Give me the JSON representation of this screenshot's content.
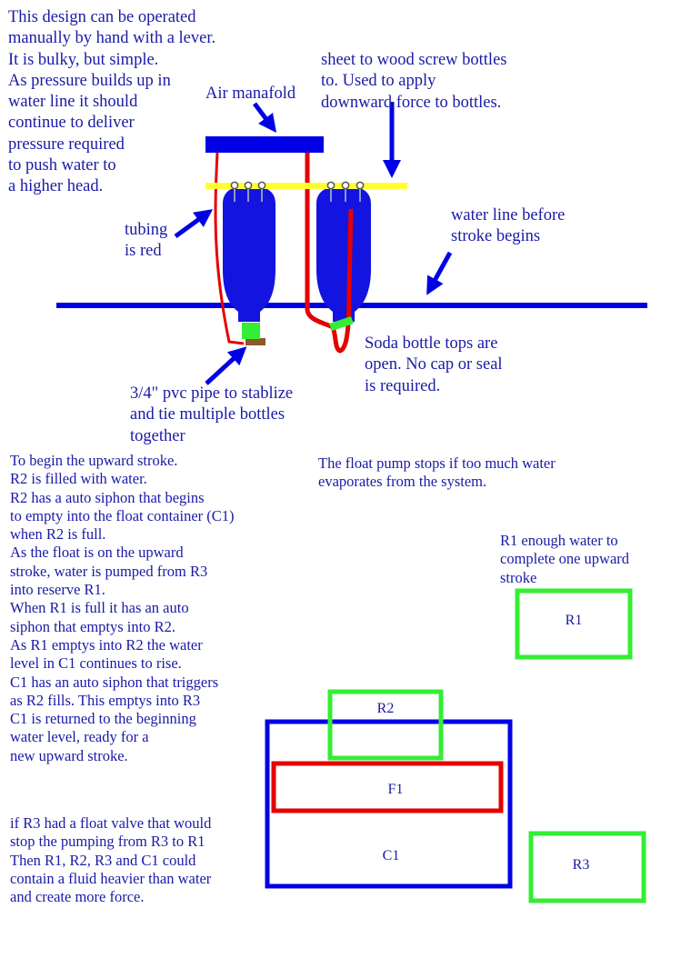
{
  "top_notes": {
    "intro": "This design can be operated\nmanually by hand with a lever.\nIt is bulky, but simple.\nAs pressure builds up in\nwater line it should\ncontinue to deliver\npressure required\nto push water to\na higher head.",
    "air_manifold": "Air manafold",
    "sheet": "sheet to wood screw bottles\nto. Used to apply\ndownward force to bottles.",
    "tubing": "tubing\nis red",
    "water_line": "water line before\nstroke begins",
    "soda_tops": "Soda bottle tops are\nopen. No cap or seal\nis required.",
    "pvc_pipe": "3/4\" pvc pipe to stablize\nand tie multiple bottles\ntogether"
  },
  "bottom_notes": {
    "stroke_steps": "To begin the upward stroke.\nR2 is filled with water.\nR2 has a auto siphon that begins\nto empty into the float container (C1)\nwhen R2 is full.\nAs the float is on the upward\nstroke, water is pumped from R3\ninto reserve R1.\nWhen R1 is full it has an auto\nsiphon that emptys into R2.\nAs R1 emptys into R2 the water\nlevel in C1 continues to rise.\nC1 has an auto siphon that triggers\nas R2 fills. This emptys into R3\nC1 is returned to the beginning\nwater level, ready for a\nnew upward stroke.",
    "float_stops": "The float pump stops if too much water\nevaporates from the system.",
    "r1_note": "R1 enough water to\ncomplete one upward\nstroke",
    "float_valve": "if R3 had a float valve that would\nstop the pumping from R3 to R1\nThen R1, R2, R3 and C1 could\ncontain a fluid heavier than water\nand create more force."
  },
  "containers": {
    "r1": "R1",
    "r2": "R2",
    "r3": "R3",
    "f1": "F1",
    "c1": "C1"
  },
  "colors": {
    "blue": "#0000e6",
    "bottle": "#1414e0",
    "red": "#e60000",
    "yellow": "#ffff33",
    "green": "#33ee33",
    "brown": "#8b5a2b",
    "text_blue": "#1a1aa8"
  }
}
